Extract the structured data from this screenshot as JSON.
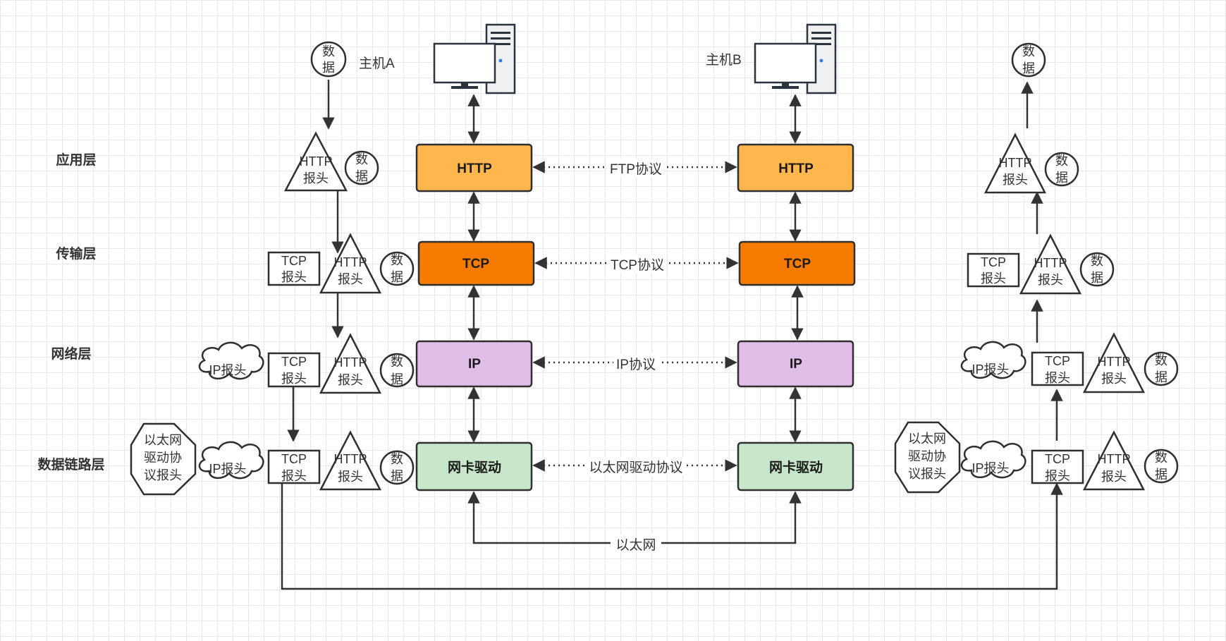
{
  "layers": {
    "app": "应用层",
    "transport": "传输层",
    "network": "网络层",
    "link": "数据链路层"
  },
  "hosts": {
    "a": "主机A",
    "b": "主机B"
  },
  "stack": {
    "app": "HTTP",
    "transport": "TCP",
    "network": "IP",
    "link": "网卡驱动"
  },
  "protocols": {
    "app": "FTP协议",
    "transport": "TCP协议",
    "network": "IP协议",
    "link": "以太网驱动协议",
    "physical": "以太网"
  },
  "encap": {
    "data_1": "数",
    "data_2": "据",
    "http_1": "HTTP",
    "http_2": "报头",
    "tcp_1": "TCP",
    "tcp_2": "报头",
    "ip": "IP报头",
    "eth_1": "以太网",
    "eth_2": "驱动协",
    "eth_3": "议报头"
  },
  "colors": {
    "app": "#ffb74d",
    "transport": "#f57c00",
    "network": "#e1bee7",
    "link": "#c8e6c9",
    "stroke": "#2f2f2f"
  }
}
